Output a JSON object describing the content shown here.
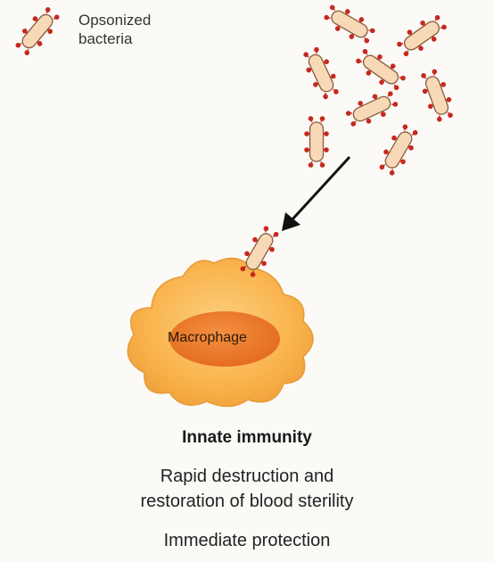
{
  "legend": {
    "label": "Opsonized\nbacteria"
  },
  "macrophage": {
    "label": "Macrophage"
  },
  "caption": {
    "heading": "Innate immunity",
    "line1": "Rapid destruction and",
    "line2": "restoration of blood sterility",
    "line3": "Immediate protection"
  },
  "colors": {
    "bacterium_body": "#f7d9b7",
    "bacterium_outline": "#8a5a3a",
    "opsonin": "#c8281e",
    "macrophage_body": "#f9b24a",
    "macrophage_nucleus": "#ee7d2c",
    "arrow": "#111111"
  }
}
